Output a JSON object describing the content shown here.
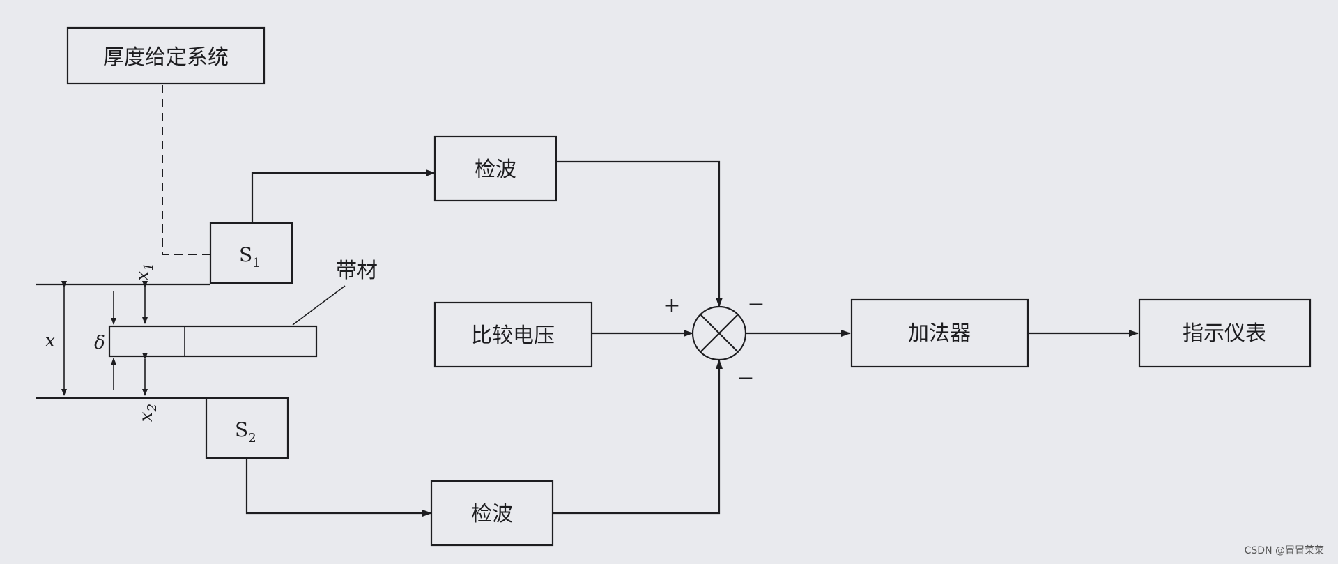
{
  "blocks": {
    "thickness_setting": "厚度给定系统",
    "detector_top": "检波",
    "detector_bottom": "检波",
    "compare_voltage": "比较电压",
    "adder": "加法器",
    "indicator": "指示仪表"
  },
  "sensors": {
    "s1": "S",
    "s1_sub": "1",
    "s2": "S",
    "s2_sub": "2"
  },
  "strip_label": "带材",
  "symbols": {
    "x": "x",
    "delta": "δ",
    "x1": "x",
    "x1_sub": "1",
    "x2": "x",
    "x2_sub": "2"
  },
  "signs": {
    "plus_left": "+",
    "minus_right": "−",
    "minus_bottom": "−"
  },
  "watermark": "CSDN @冒冒菜菜"
}
